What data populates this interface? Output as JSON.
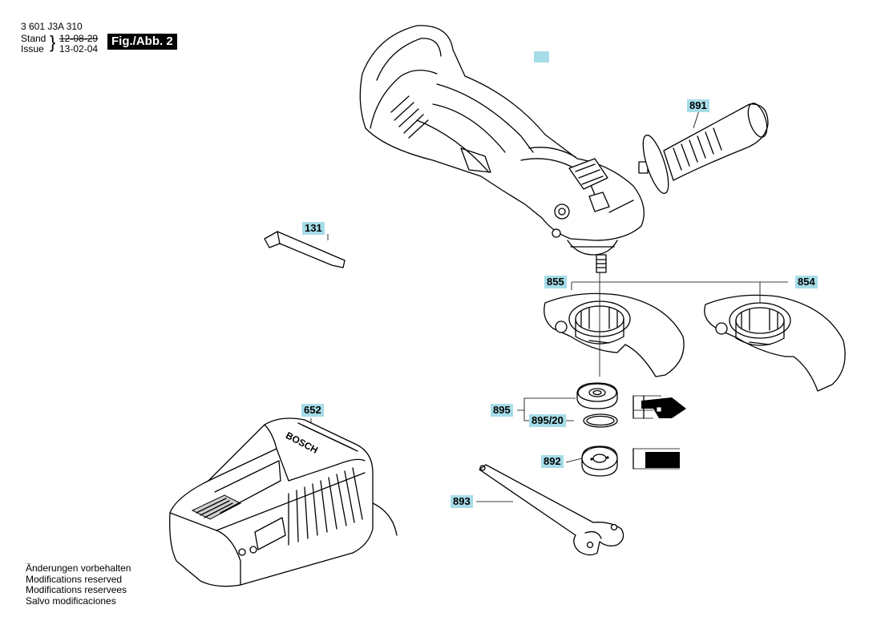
{
  "header": {
    "doc_number": "3 601 J3A 310",
    "stand_label": "Stand",
    "issue_label": "Issue",
    "brace": "}",
    "old_date": "12-08-29",
    "new_date": "13-02-04",
    "figure_label": "Fig./Abb. 2"
  },
  "notes": [
    "Änderungen vorbehalten",
    "Modifications reserved",
    "Modifications reservees",
    "Salvo modificaciones"
  ],
  "parts": {
    "p891": "891",
    "p131": "131",
    "p855": "855",
    "p854": "854",
    "p652": "652",
    "p895": "895",
    "p895_20": "895/20",
    "p892": "892",
    "p893": "893"
  },
  "charger_brand": "BOSCH",
  "colors": {
    "label_highlight": "#a6dce8",
    "line": "#000000"
  },
  "icons": {
    "swatch": "legend-swatch"
  }
}
